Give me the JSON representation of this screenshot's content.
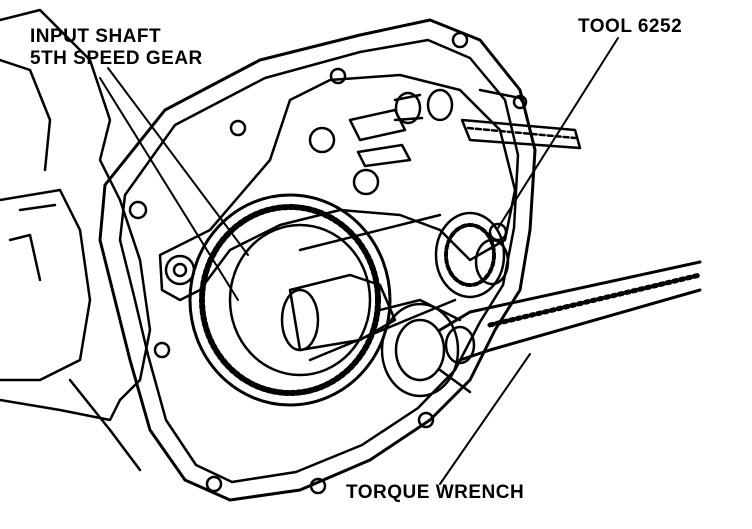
{
  "labels": {
    "input_shaft": "INPUT SHAFT",
    "fifth_gear": "5TH SPEED GEAR",
    "tool": "TOOL 6252",
    "torque_wrench": "TORQUE WRENCH"
  },
  "colors": {
    "ink": "#000000",
    "paper": "#ffffff"
  }
}
